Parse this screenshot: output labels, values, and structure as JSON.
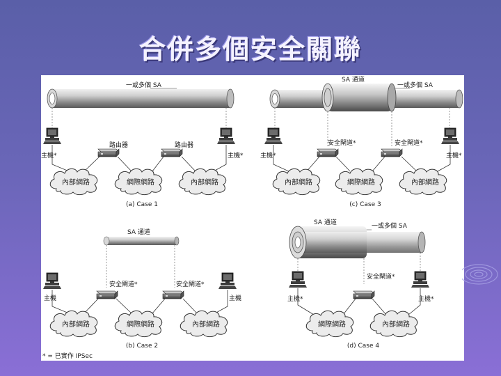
{
  "slide": {
    "title": "合併多個安全關聯",
    "footnote": "* = 已實作 IPSec"
  },
  "cases": {
    "case1": {
      "caption": "(a) Case 1",
      "tube_label": "一或多個 SA",
      "router_left": "路由器",
      "router_right": "路由器",
      "host_left": "主機*",
      "host_right": "主機*",
      "cloud_left": "內部網路",
      "cloud_mid": "網際網路",
      "cloud_right": "內部網路"
    },
    "case2": {
      "caption": "(b) Case 2",
      "tube_label": "SA 通道",
      "gw_left": "安全閘道*",
      "gw_right": "安全閘道*",
      "host_left": "主機",
      "host_right": "主機",
      "cloud_left": "內部網路",
      "cloud_mid": "網際網路",
      "cloud_right": "內部網路"
    },
    "case3": {
      "caption": "(c) Case 3",
      "tunnel_label": "SA 通道",
      "tube_label": "一或多個 SA",
      "gw_left": "安全閘道*",
      "gw_right": "安全閘道*",
      "host_left": "主機*",
      "host_right": "主機*",
      "cloud_left": "內部網路",
      "cloud_mid": "網際網路",
      "cloud_right": "內部網路"
    },
    "case4": {
      "caption": "(d) Case 4",
      "tunnel_label": "SA 通道",
      "tube_label": "一或多個 SA",
      "gw": "安全閘道*",
      "host_left": "主機*",
      "host_right": "主機*",
      "cloud_left": "網際網路",
      "cloud_right": "內部網路"
    }
  }
}
